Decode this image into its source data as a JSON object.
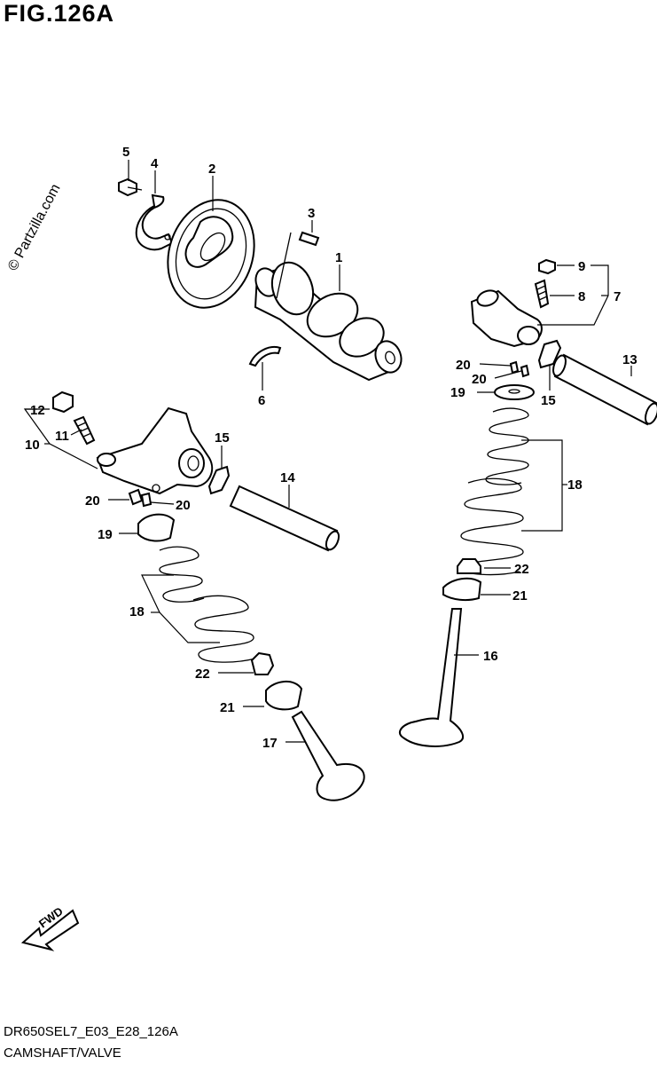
{
  "figure": {
    "title": "FIG.126A",
    "watermark": "© Partzilla.com",
    "diagram_code": "DR650SEL7_E03_E28_126A",
    "diagram_name": "CAMSHAFT/VALVE",
    "fwd_label": "FWD"
  },
  "callouts": {
    "c1": "1",
    "c2": "2",
    "c3": "3",
    "c4": "4",
    "c5": "5",
    "c6": "6",
    "c7": "7",
    "c8": "8",
    "c9": "9",
    "c10": "10",
    "c11": "11",
    "c12": "12",
    "c13": "13",
    "c14": "14",
    "c15a": "15",
    "c15b": "15",
    "c16": "16",
    "c17": "17",
    "c18a": "18",
    "c18b": "18",
    "c19a": "19",
    "c19b": "19",
    "c20a": "20",
    "c20b": "20",
    "c20c": "20",
    "c20d": "20",
    "c21a": "21",
    "c21b": "21",
    "c22a": "22",
    "c22b": "22"
  }
}
